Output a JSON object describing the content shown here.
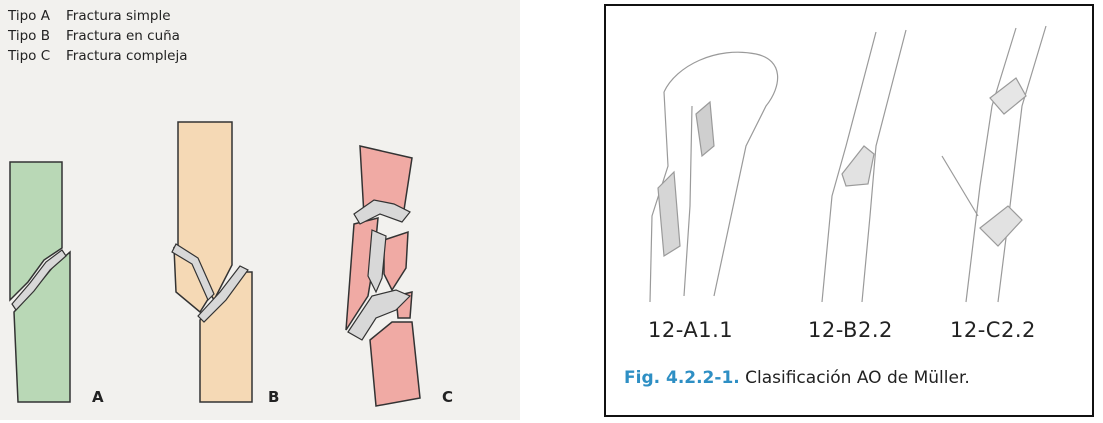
{
  "legend": {
    "rows": [
      {
        "type": "Tipo A",
        "desc": "Fractura simple"
      },
      {
        "type": "Tipo B",
        "desc": "Fractura en cuña"
      },
      {
        "type": "Tipo C",
        "desc": "Fractura compleja"
      }
    ]
  },
  "left_diagram": {
    "letters": [
      "A",
      "B",
      "C"
    ],
    "colors": {
      "A": "#b9d8b6",
      "B": "#f5d9b5",
      "C": "#f0aaa4",
      "gap": "#d8d8d8"
    }
  },
  "right_diagram": {
    "codes": [
      "12-A1.1",
      "12-B2.2",
      "12-C2.2"
    ],
    "caption_fig": "Fig. 4.2.2-1.",
    "caption_text": " Clasificación AO de Müller."
  }
}
